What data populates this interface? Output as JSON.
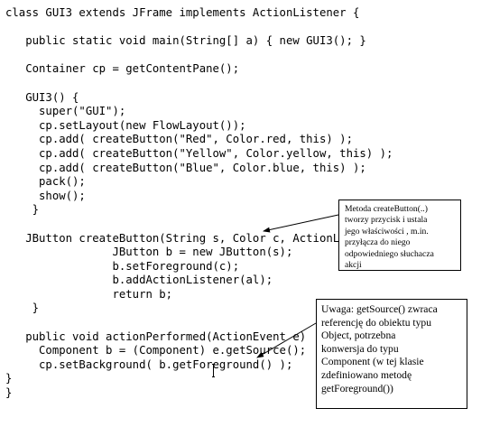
{
  "code_lines": [
    "class GUI3 extends JFrame implements ActionListener {",
    "",
    "   public static void main(String[] a) { new GUI3(); }",
    "",
    "   Container cp = getContentPane();",
    "",
    "   GUI3() {",
    "     super(\"GUI\");",
    "     cp.setLayout(new FlowLayout());",
    "     cp.add( createButton(\"Red\", Color.red, this) );",
    "     cp.add( createButton(\"Yellow\", Color.yellow, this) );",
    "     cp.add( createButton(\"Blue\", Color.blue, this) );",
    "     pack();",
    "     show();",
    "    }",
    "",
    "   JButton createButton(String s, Color c, ActionListener al) {",
    "                JButton b = new JButton(s);",
    "                b.setForeground(c);",
    "                b.addActionListener(al);",
    "                return b;",
    "    }",
    "",
    "   public void actionPerformed(ActionEvent e)  {",
    "     Component b = (Component) e.getSource();",
    "     cp.setBackground( b.getForeground() );",
    "}",
    "}"
  ],
  "notes": {
    "create_button_note": "Metoda createButton(..)\ntworzy przycisk i ustala\njego właściwości , m.in.\nprzyłącza do niego\nodpowiedniego słuchacza\nakcji",
    "get_source_note": "Uwaga: getSource() zwraca\nreferencję do obiektu typu\nObject, potrzebna\nkonwersja do typu\nComponent (w tej klasie\nzdefiniowano metodę\ngetForeground())"
  }
}
